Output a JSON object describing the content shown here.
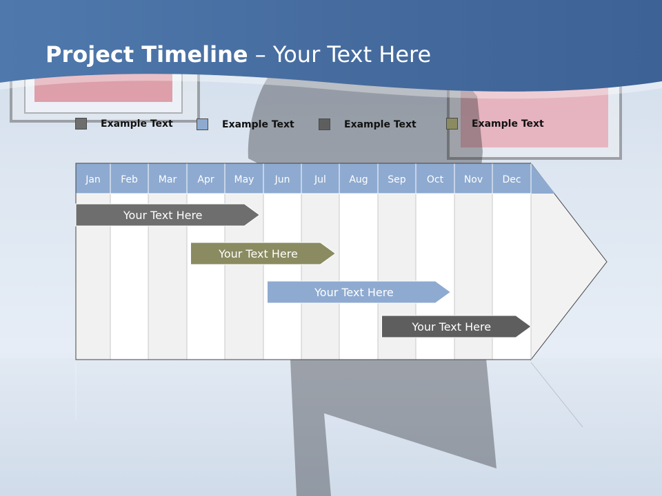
{
  "title": {
    "bold": "Project Timeline",
    "rest": " – Your Text Here"
  },
  "legend": [
    {
      "label": "Example Text",
      "color": "#6e6e6e"
    },
    {
      "label": "Example Text",
      "color": "#8eaad0"
    },
    {
      "label": "Example Text",
      "color": "#5e5e5e"
    },
    {
      "label": "Example Text",
      "color": "#8a8b60"
    }
  ],
  "chart_data": {
    "type": "gantt",
    "months": [
      "Jan",
      "Feb",
      "Mar",
      "Apr",
      "May",
      "Jun",
      "Jul",
      "Aug",
      "Sep",
      "Oct",
      "Nov",
      "Dec"
    ],
    "tasks": [
      {
        "label": "Your  Text Here",
        "start_month": 1.0,
        "end_month": 4.9,
        "color": "#6e6e6e"
      },
      {
        "label": "Your  Text Here",
        "start_month": 4.1,
        "end_month": 6.9,
        "color": "#8a8b60"
      },
      {
        "label": "Your  Text Here",
        "start_month": 6.1,
        "end_month": 9.9,
        "color": "#8eaad0"
      },
      {
        "label": "Your  Text Here",
        "start_month": 9.1,
        "end_month": 12.0,
        "color": "#5e5e5e"
      }
    ]
  }
}
